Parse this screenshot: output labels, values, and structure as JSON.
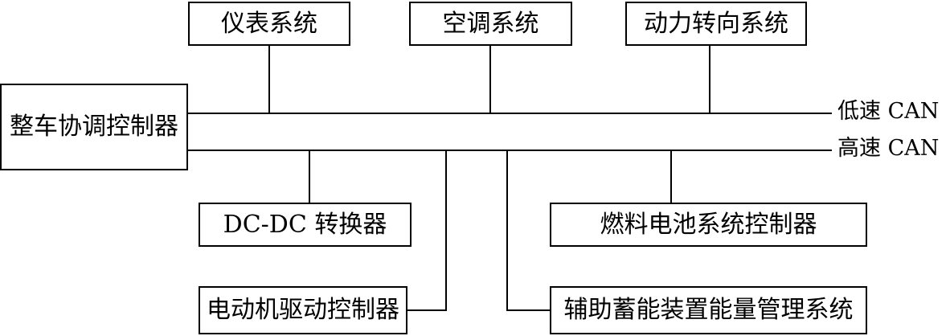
{
  "top_systems": {
    "instrument": "仪表系统",
    "air_conditioning": "空调系统",
    "power_steering": "动力转向系统"
  },
  "vehicle_controller": "整车协调控制器",
  "buses": {
    "low_speed": "低速 CAN",
    "high_speed": "高速 CAN"
  },
  "bottom_systems": {
    "dcdc_converter": "DC-DC 转换器",
    "fuel_cell_controller": "燃料电池系统控制器",
    "motor_drive_controller": "电动机驱动控制器",
    "auxiliary_storage_management": "辅助蓄能装置能量管理系统"
  }
}
